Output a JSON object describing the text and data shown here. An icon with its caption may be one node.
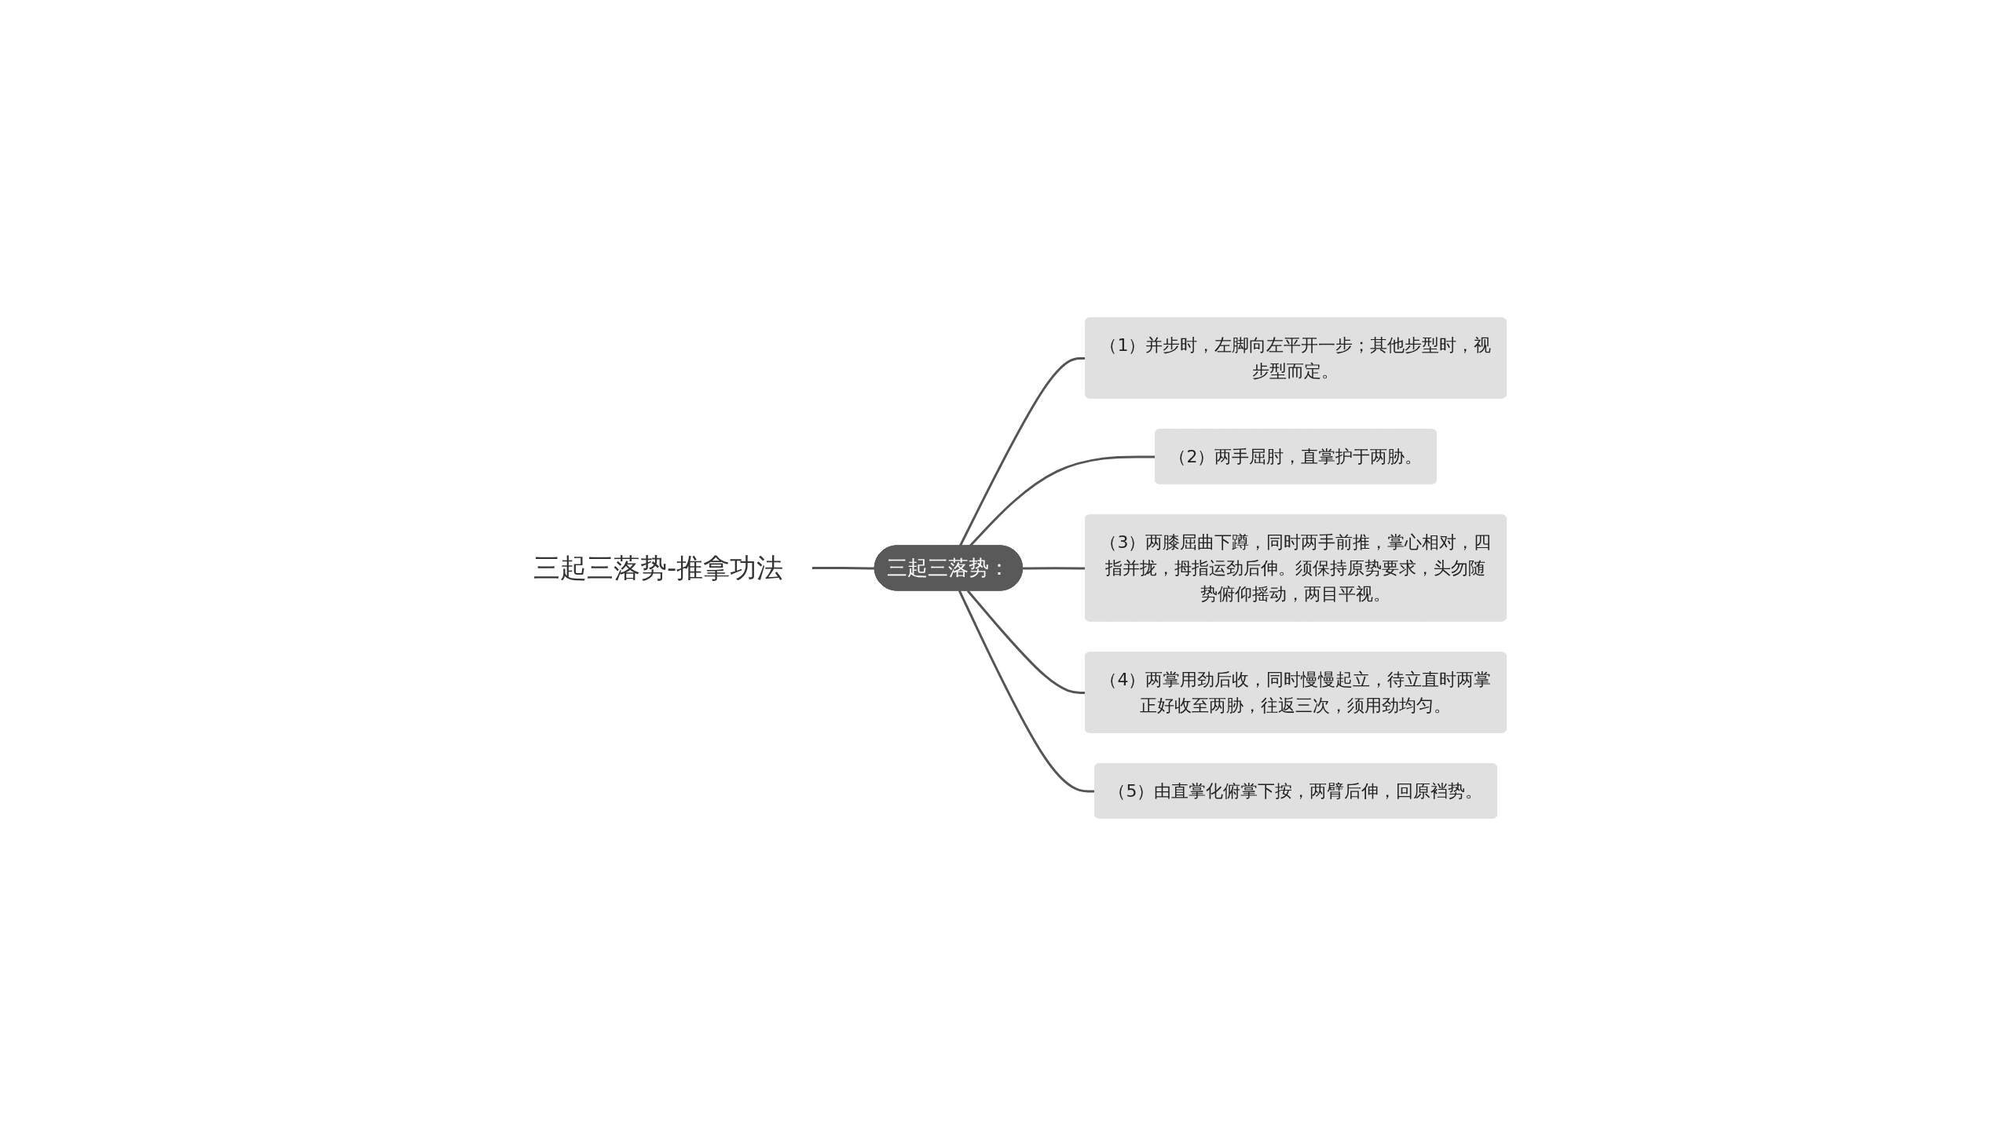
{
  "diagram": {
    "nodes": [
      {
        "text": [
          "三起三落势-推拿功法"
        ]
      },
      {
        "text": [
          "三起三落势："
        ]
      },
      {
        "text": [
          "（1）并步时，左脚向左平开一步；其他步型时，视步型而定。"
        ]
      },
      {
        "text": [
          "（2）两手屈肘，直掌护于两胁。"
        ]
      },
      {
        "text": [
          "（3）两膝屈曲下蹲，同时两手前推，掌心相对，四指并拢，拇指运劲后伸。须保持原势要求，头勿随势俯仰摇动，两目平视。"
        ]
      },
      {
        "text": [
          "（4）两掌用劲后收，同时慢慢起立，待立直时两掌正好收至两胁，往返三次，须用劲均匀。"
        ]
      },
      {
        "text": [
          "（5）由直掌化俯掌下按，两臂后伸，回原裆势。"
        ]
      }
    ],
    "edges": [
      {
        "from": 0,
        "to": 1,
        "arrow": "none"
      },
      {
        "from": 1,
        "to": 2,
        "arrow": "none"
      },
      {
        "from": 1,
        "to": 3,
        "arrow": "none"
      },
      {
        "from": 1,
        "to": 4,
        "arrow": "none"
      },
      {
        "from": 1,
        "to": 5,
        "arrow": "none"
      },
      {
        "from": 1,
        "to": 6,
        "arrow": "none"
      }
    ]
  }
}
